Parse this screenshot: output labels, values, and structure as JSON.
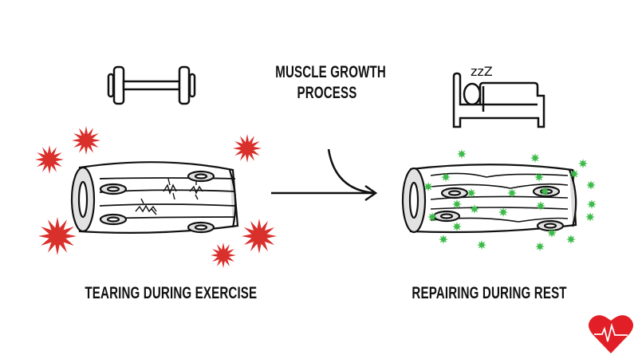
{
  "title_line1": "MUSCLE GROWTH",
  "title_line2": "PROCESS",
  "left_caption": "TEARING DURING EXERCISE",
  "right_caption": "REPAIRING DURING REST",
  "sleep_letters": "zzZ",
  "colors": {
    "tear": "#d9302c",
    "repair": "#3dbb4a",
    "ink": "#111111",
    "heart": "#e21f26",
    "fiber_fill": "#e2e2e2"
  }
}
